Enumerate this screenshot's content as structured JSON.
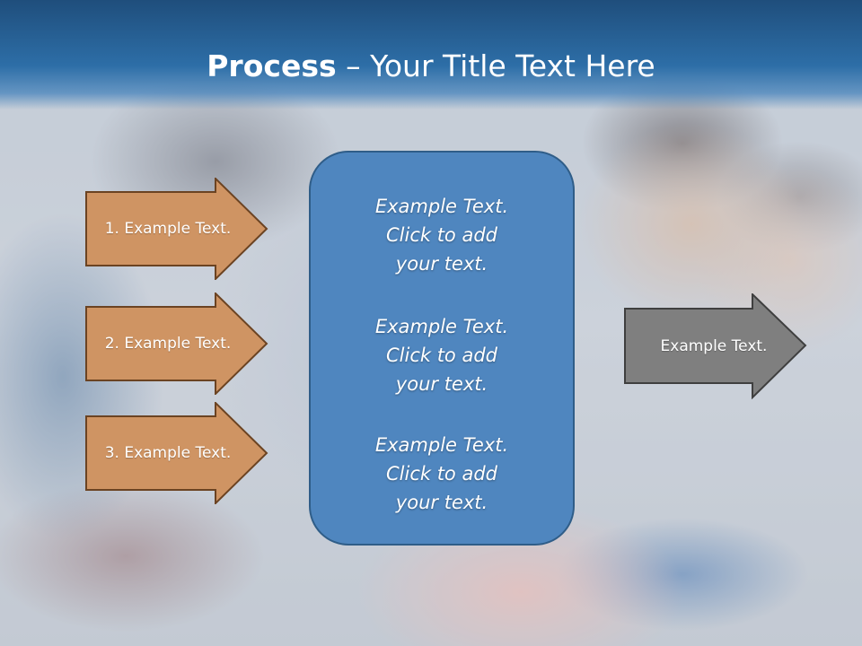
{
  "slide": {
    "title_bold": "Process",
    "title_rest": " – Your Title Text Here"
  },
  "left_arrows": [
    {
      "label": "1. Example Text."
    },
    {
      "label": "2. Example Text."
    },
    {
      "label": "3. Example Text."
    }
  ],
  "center_box": {
    "items": [
      {
        "line1": "Example Text.",
        "line2": "Click  to add",
        "line3": "your text."
      },
      {
        "line1": "Example Text.",
        "line2": "Click  to add",
        "line3": "your text."
      },
      {
        "line1": "Example Text.",
        "line2": "Click  to add",
        "line3": "your text."
      }
    ]
  },
  "right_arrow": {
    "label": "Example Text."
  },
  "colors": {
    "title_bar": "#2d6ea7",
    "left_arrow_fill": "#cf9463",
    "left_arrow_stroke": "#6b4322",
    "center_box_fill": "#4f86bf",
    "right_arrow_fill": "#7f7f7f",
    "right_arrow_stroke": "#3f3f3f"
  }
}
